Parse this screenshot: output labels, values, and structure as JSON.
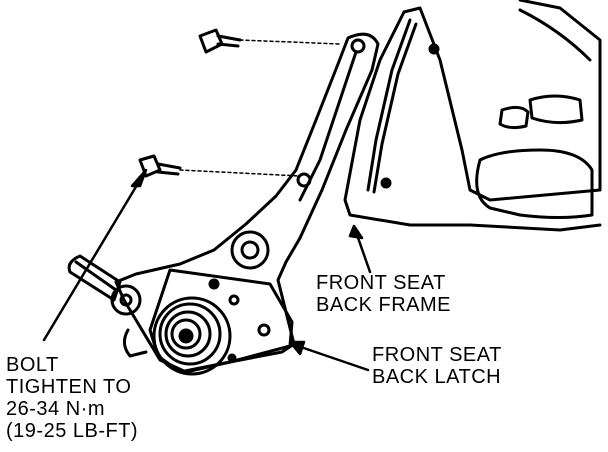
{
  "labels": {
    "seat_back_frame": [
      "FRONT SEAT",
      "BACK FRAME"
    ],
    "seat_back_latch": [
      "FRONT SEAT",
      "BACK LATCH"
    ],
    "bolt": [
      "BOLT",
      "TIGHTEN TO",
      "26-34 N·m",
      "(19-25 LB-FT)"
    ]
  },
  "colors": {
    "ink": "#000000",
    "paper": "#ffffff"
  }
}
